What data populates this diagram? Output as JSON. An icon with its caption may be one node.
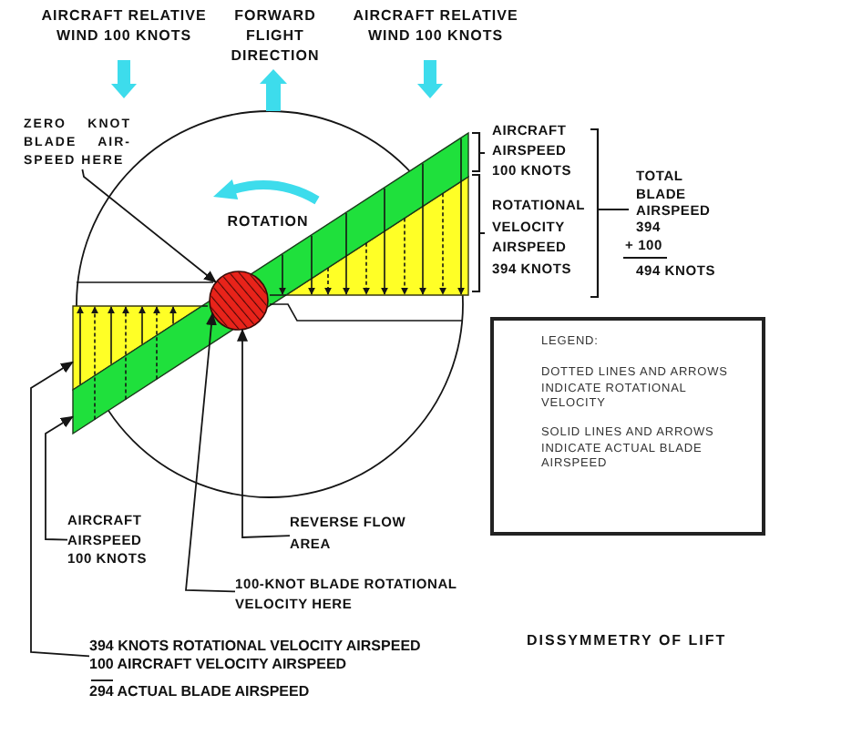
{
  "diagram": {
    "title": "DISSYMMETRY OF LIFT",
    "nodes": [
      {
        "text": [
          "ZERO KNOT BLADE AIR- SPEED HERE"
        ]
      },
      {
        "text": [],
        "shape": "circle"
      },
      {
        "text": [
          "LEGEND:",
          "DOTTED LINES AND ARROWS INDICATE ROTATIONAL VELOCITY",
          "SOLID LINES AND ARROWS INDICATE ACTUAL BLADE AIRSPEED"
        ]
      },
      {
        "text": [
          "AIRCRAFT AIRSPEED 100 KNOTS"
        ]
      },
      {
        "text": [
          "REVERSE FLOW AREA"
        ]
      },
      {
        "text": [
          "100-KNOT BLADE ROTATIONAL VELOCITY HERE"
        ]
      },
      {
        "text": [
          "394 KNOTS ROTATIONAL VELOCITY AIRSPEED",
          "100 AIRCRAFT VELOCITY AIRSPEED",
          "294 ACTUAL BLADE AIRSPEED"
        ]
      }
    ],
    "edges": [
      {
        "from": 0,
        "to": 1,
        "arrow": "to"
      },
      {
        "from": 3,
        "to": null,
        "arrow": "to"
      },
      {
        "from": 4,
        "to": 1,
        "arrow": "to"
      },
      {
        "from": 5,
        "to": 1,
        "arrow": "to"
      },
      {
        "from": 6,
        "to": null,
        "arrow": "to"
      }
    ],
    "labels": [
      "AIRCRAFT RELATIVE WIND 100 KNOTS",
      "FORWARD FLIGHT DIRECTION",
      "AIRCRAFT RELATIVE WIND 100 KNOTS",
      "ROTATION",
      "AIRCRAFT AIRSPEED 100 KNOTS",
      "ROTATIONAL VELOCITY AIRSPEED 394 KNOTS",
      "TOTAL BLADE AIRSPEED",
      "394",
      "+ 100",
      "494 KNOTS"
    ]
  }
}
